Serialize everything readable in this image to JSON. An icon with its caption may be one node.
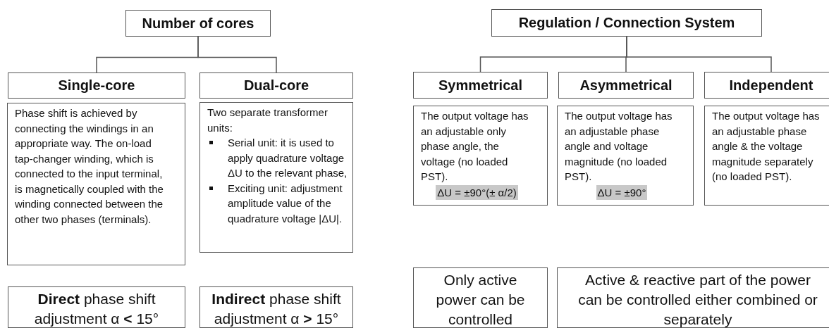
{
  "diagram": {
    "nodes": [
      {
        "text": [
          "Number of cores"
        ]
      },
      {
        "text": [
          "Single-core"
        ]
      },
      {
        "text": [
          "Dual-core"
        ]
      },
      {
        "text": [
          "Phase shift is achieved by connecting the windings in an appropriate way. The on-load tap-changer winding, which is connected to the input terminal, is magnetically coupled with the winding connected between the other two phases (terminals)."
        ]
      },
      {
        "text": [
          "Two separate transformer units:",
          "Serial unit: it is used to apply quadrature voltage ΔU to the relevant phase,",
          "Exciting unit: adjustment amplitude value of the quadrature voltage |ΔU|."
        ]
      },
      {
        "text": [
          "**Direct** phase shift adjustment α **<** 15°"
        ]
      },
      {
        "text": [
          "**Indirect** phase shift adjustment α **>** 15°"
        ]
      },
      {
        "text": [
          "Regulation / Connection System"
        ]
      },
      {
        "text": [
          "Symmetrical"
        ]
      },
      {
        "text": [
          "Asymmetrical"
        ]
      },
      {
        "text": [
          "Independent"
        ]
      },
      {
        "text": [
          "The output voltage has an adjustable only phase angle, the voltage (no loaded PST).",
          "ΔU = ±90°(± α/2)"
        ]
      },
      {
        "text": [
          "The output voltage has an adjustable phase angle and voltage magnitude (no loaded PST).",
          "ΔU = ±90°"
        ]
      },
      {
        "text": [
          "The output voltage has an adjustable phase angle & the voltage magnitude separately (no loaded PST)."
        ]
      },
      {
        "text": [
          "Only active power can be controlled"
        ]
      },
      {
        "text": [
          "Active & reactive part of the power can be controlled either combined or separately"
        ]
      }
    ],
    "edges": [
      {
        "from": 0,
        "to": 1,
        "arrow": "none"
      },
      {
        "from": 0,
        "to": 2,
        "arrow": "none"
      },
      {
        "from": 7,
        "to": 8,
        "arrow": "none"
      },
      {
        "from": 7,
        "to": 9,
        "arrow": "none"
      },
      {
        "from": 7,
        "to": 10,
        "arrow": "none"
      }
    ]
  }
}
